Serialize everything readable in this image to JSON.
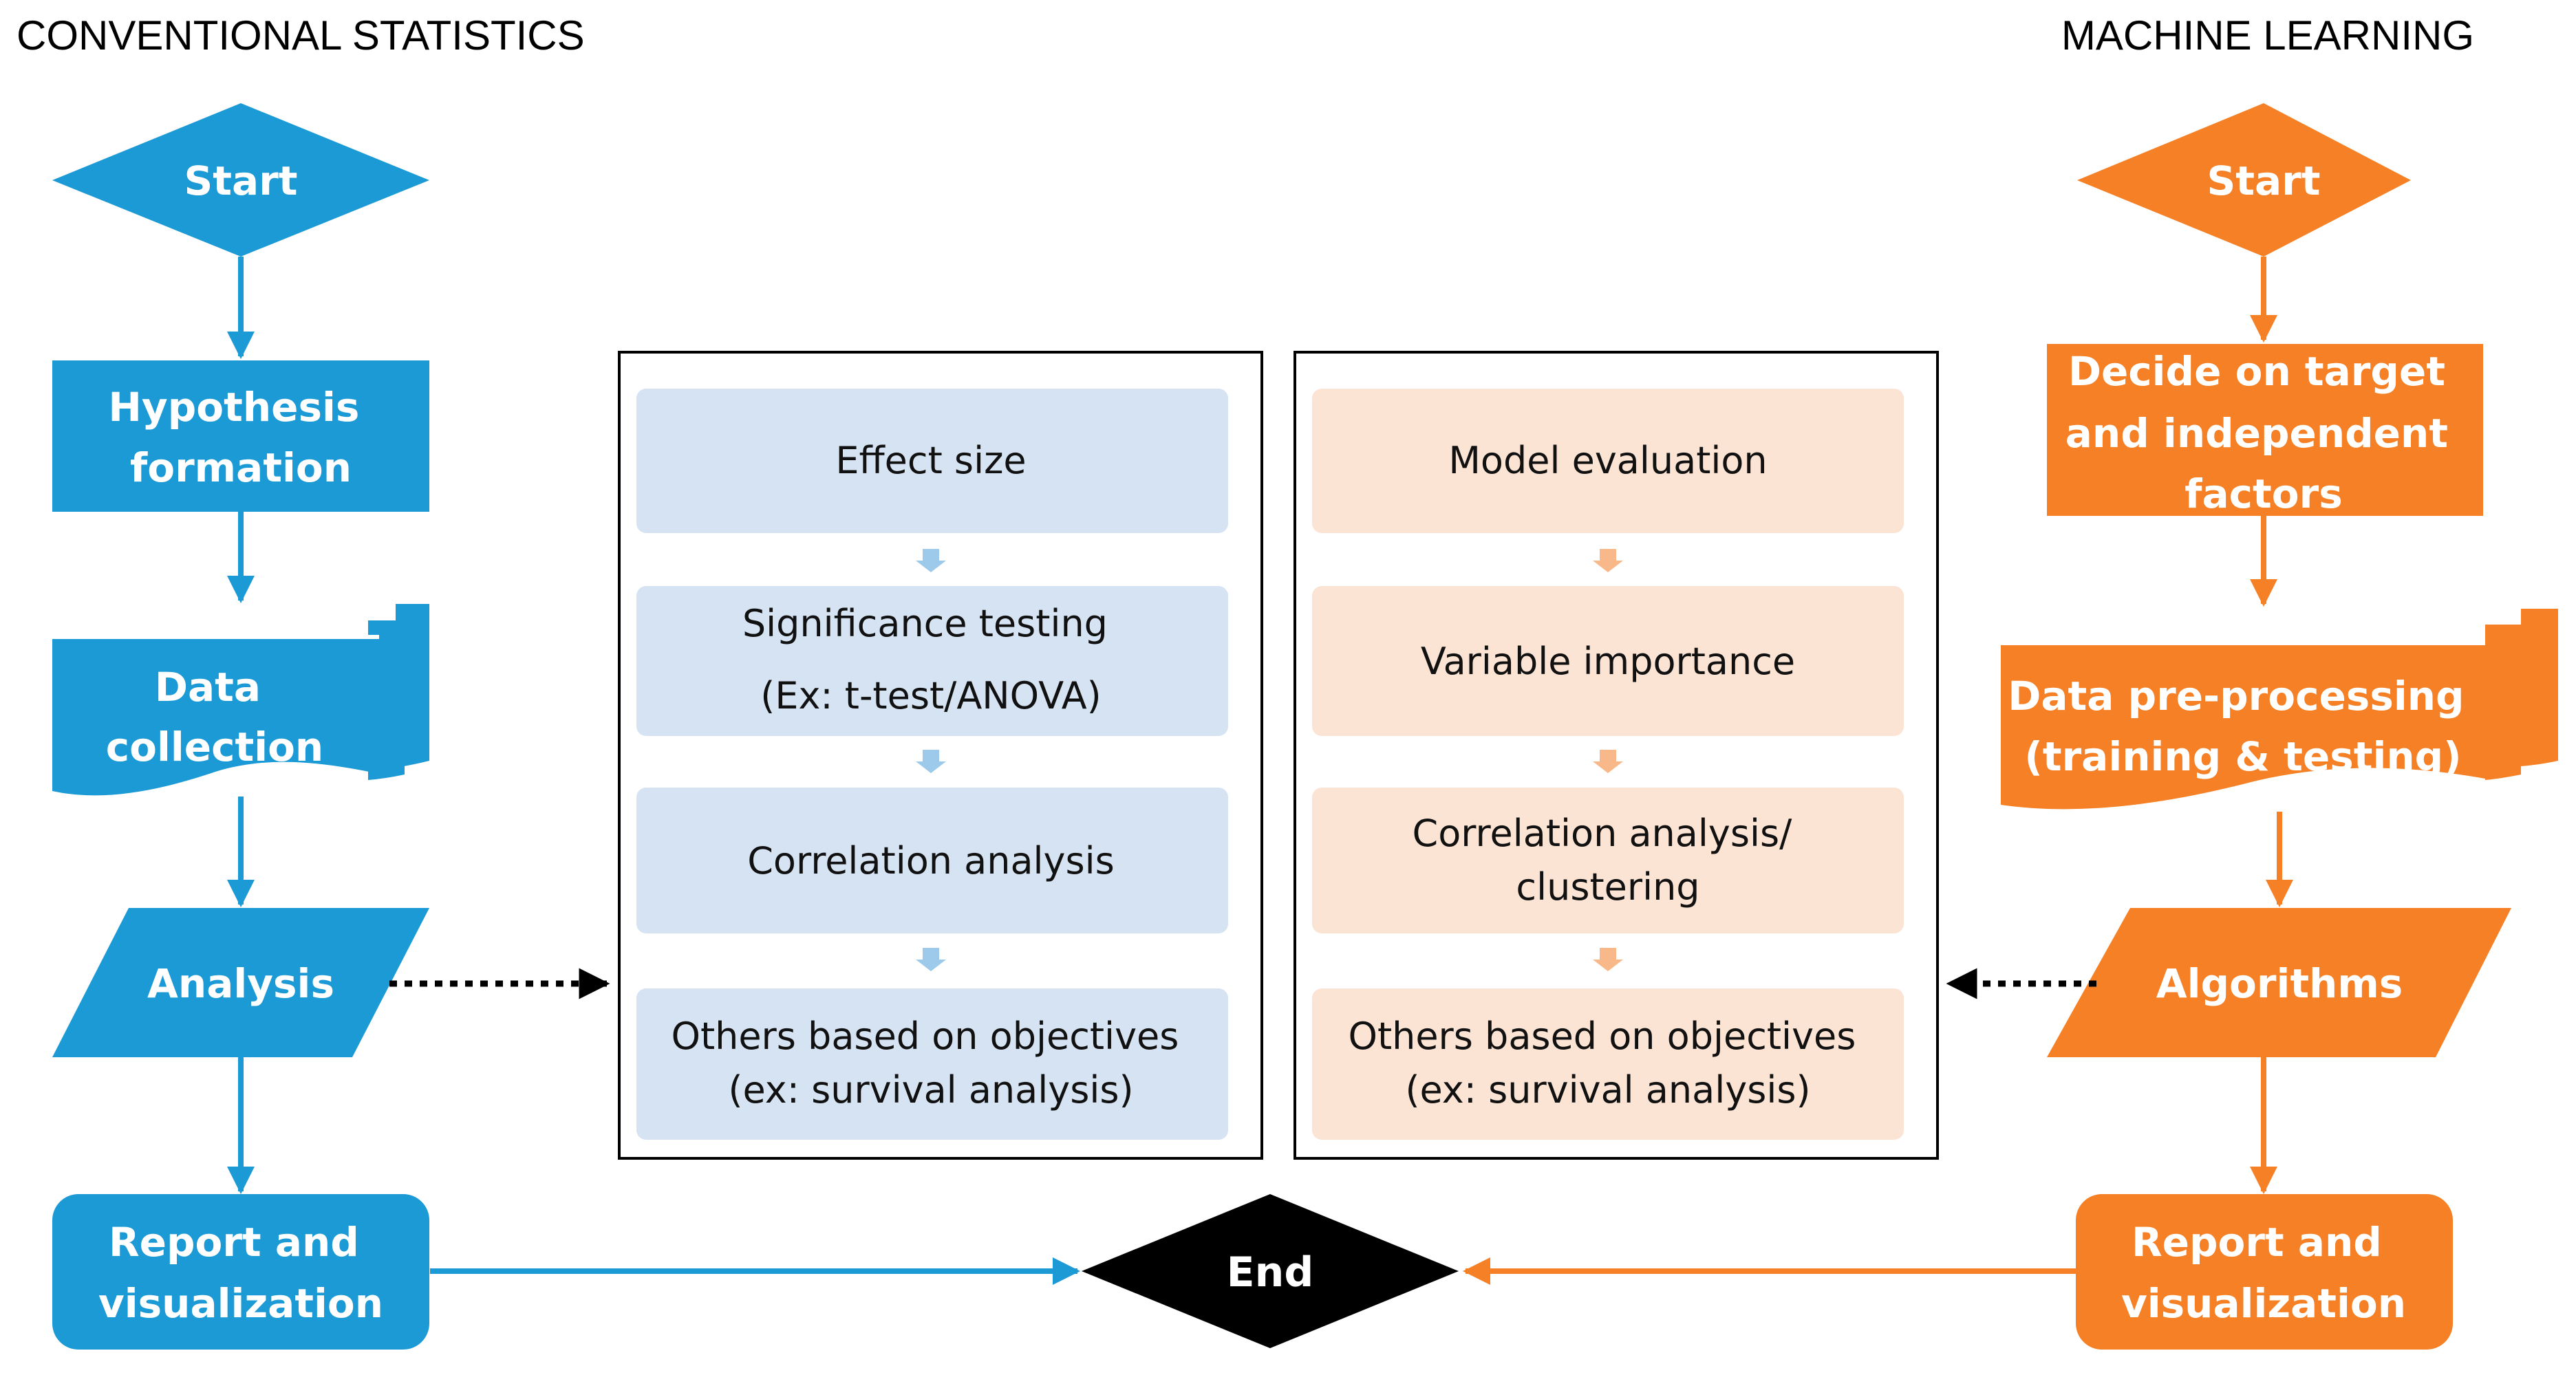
{
  "colors": {
    "stats": "#1B9AD6",
    "ml": "#F58025",
    "stats_panel_box": "#D6E3F2",
    "ml_panel_box": "#FCE4D4",
    "stats_small_arrow": "#9DC9EA",
    "ml_small_arrow": "#F8B88A",
    "end": "#000000"
  },
  "stats": {
    "title": "CONVENTIONAL STATISTICS",
    "start": "Start",
    "hypothesis": [
      "Hypothesis",
      "formation"
    ],
    "data_collection": [
      "Data",
      "collection"
    ],
    "analysis": "Analysis",
    "report": [
      "Report and",
      "visualization"
    ]
  },
  "ml": {
    "title": "MACHINE LEARNING",
    "start": "Start",
    "decide": [
      "Decide on target",
      "and independent",
      "factors"
    ],
    "preprocessing": [
      "Data pre-processing",
      "(training & testing)"
    ],
    "algorithms": "Algorithms",
    "report": [
      "Report and",
      "visualization"
    ]
  },
  "end": "End",
  "stats_panel": [
    [
      "Effect size"
    ],
    [
      "Significance testing",
      "(Ex: t-test/ANOVA)"
    ],
    [
      "Correlation analysis"
    ],
    [
      "Others based on objectives",
      "(ex: survival analysis)"
    ]
  ],
  "ml_panel": [
    [
      "Model evaluation"
    ],
    [
      "Variable importance"
    ],
    [
      "Correlation analysis/",
      "clustering"
    ],
    [
      "Others based on objectives",
      "(ex: survival analysis)"
    ]
  ]
}
